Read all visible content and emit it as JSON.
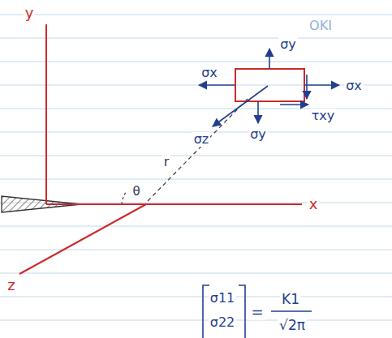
{
  "diagram": {
    "labels": [
      "OKI",
      "σy",
      "σx",
      "σx",
      "σy",
      "τxy",
      "σz",
      "r",
      "θ",
      "y",
      "x",
      "z",
      "σ11",
      "σ22",
      "=",
      "K1",
      "√2π"
    ]
  }
}
